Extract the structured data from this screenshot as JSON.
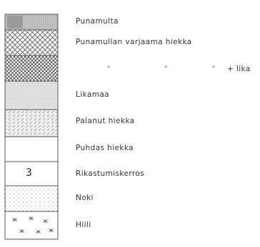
{
  "legend": {
    "items": [
      {
        "label": "Punamulta",
        "pattern": "dense"
      },
      {
        "label": "Punamullan varjaama hiekka",
        "pattern": "crosshatch"
      },
      {
        "label": "+ lika",
        "ditto": [
          "\"",
          "\"",
          "\""
        ],
        "pattern": "crosshatch-dense"
      },
      {
        "label": "Likamaa",
        "pattern": "stipple"
      },
      {
        "label": "Palanut hiekka",
        "pattern": "dashes"
      },
      {
        "label": "Puhdas hiekka",
        "pattern": "blank"
      },
      {
        "label": "Rikastumiskerros",
        "box_number": "3",
        "pattern": "numbered"
      },
      {
        "label": "Noki",
        "pattern": "dots"
      },
      {
        "label": "Hiili",
        "pattern": "charcoal"
      }
    ]
  },
  "colors": {
    "ink": "#333333",
    "line": "#555555"
  }
}
